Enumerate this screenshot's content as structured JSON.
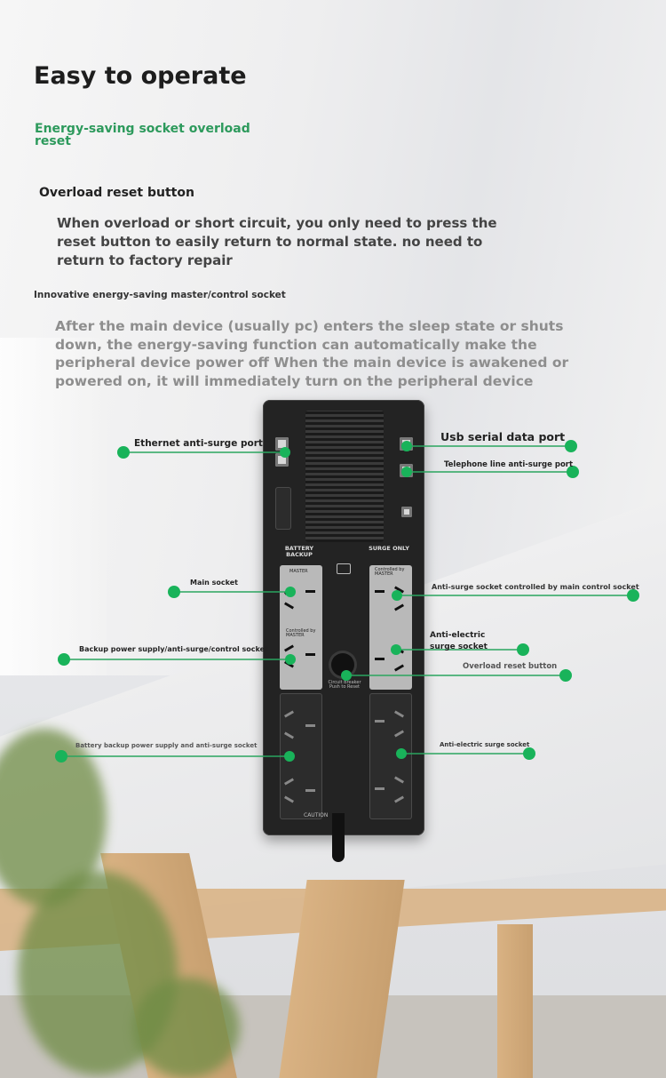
{
  "header": {
    "title": "Easy to operate",
    "feature_title": "Energy-saving socket overload reset"
  },
  "section1": {
    "heading": "Overload reset button",
    "body": "When overload or short circuit, you only need to press the reset button to easily return to normal state. no need to return to factory repair"
  },
  "section2": {
    "heading": "Innovative energy-saving master/control socket",
    "body": "After the main device (usually pc) enters the sleep state or shuts down, the energy-saving function can automatically make the peripheral device power off When the main device is awakened or powered on, it will immediately turn on the peripheral device"
  },
  "device": {
    "battery_label": "BATTERY BACKUP",
    "surge_label": "SURGE ONLY",
    "master_label": "MASTER",
    "controlled_label": "Controlled by MASTER",
    "controlled_label_2": "Controlled by MASTER",
    "reset_label": "Circuit Breaker Push to Reset",
    "caution_label": "CAUTION"
  },
  "callouts": {
    "ethernet": "Ethernet anti-surge port",
    "usb": "Usb serial data port",
    "telephone": "Telephone line anti-surge port",
    "main_socket": "Main socket",
    "anti_surge_controlled": "Anti-surge socket controlled by main control socket",
    "anti_electric_surge": "Anti-electric surge socket",
    "overload_reset": "Overload reset button",
    "backup_power": "Backup power supply/anti-surge/control socket",
    "battery_backup": "Battery backup power supply and anti-surge socket",
    "anti_electric_surge_2": "Anti-electric surge socket"
  },
  "colors": {
    "accent_green": "#2d9a5c",
    "dot_green": "#19b35a"
  }
}
